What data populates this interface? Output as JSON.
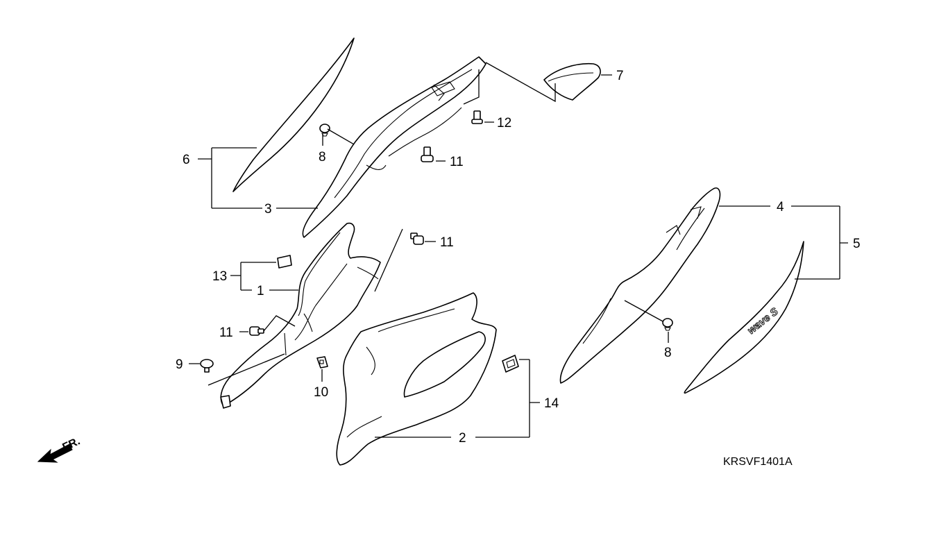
{
  "diagram_code": "KRSVF1401A",
  "front_indicator": "FR.",
  "decal_logo_text": "wave S",
  "callouts": [
    "1",
    "2",
    "3",
    "4",
    "5",
    "6",
    "7",
    "8",
    "8",
    "9",
    "10",
    "11",
    "11",
    "11",
    "12",
    "13",
    "14"
  ]
}
